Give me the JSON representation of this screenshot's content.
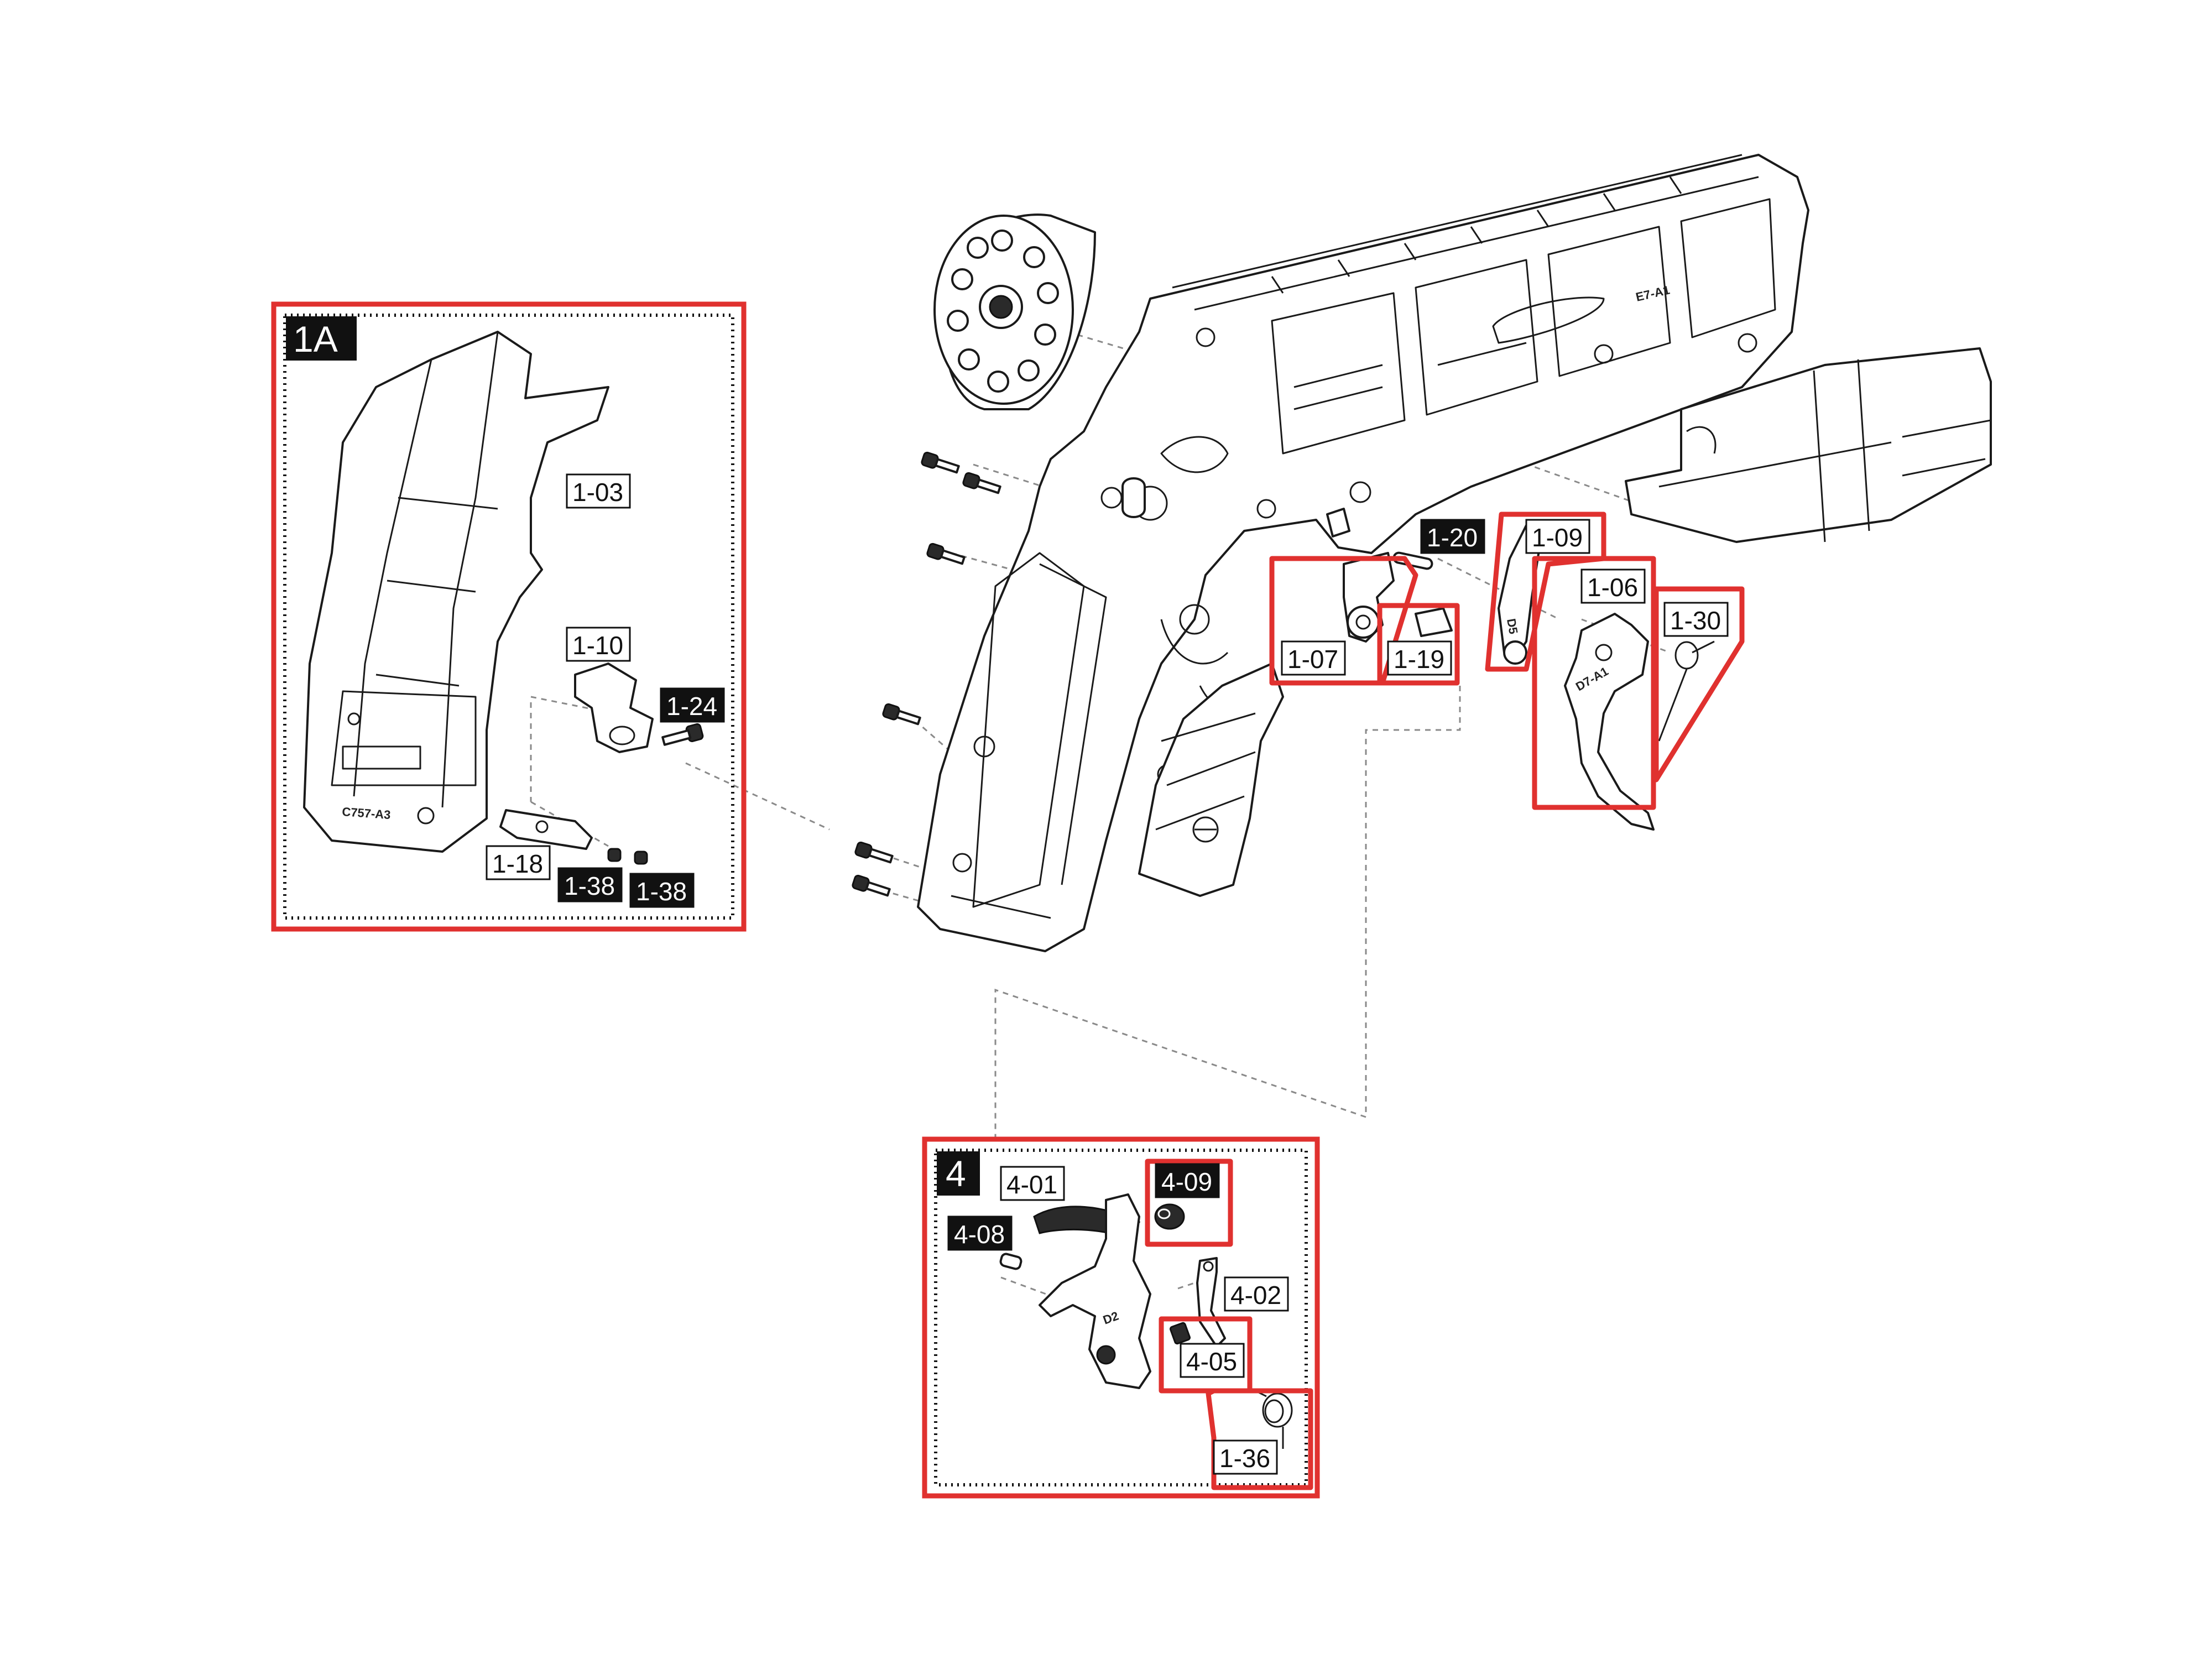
{
  "colors": {
    "highlight": "#e0312f",
    "label_dark": "#111111",
    "label_light": "#ffffff",
    "line": "#1a1a1a",
    "leader": "#8a8a8a"
  },
  "groups": {
    "1A": "1A",
    "4": "4"
  },
  "labels": {
    "p1_03": "1-03",
    "p1_10": "1-10",
    "p1_24": "1-24",
    "p1_18": "1-18",
    "p1_38a": "1-38",
    "p1_38b": "1-38",
    "p1_20": "1-20",
    "p1_09": "1-09",
    "p1_06": "1-06",
    "p1_30": "1-30",
    "p1_07": "1-07",
    "p1_19": "1-19",
    "p4_01": "4-01",
    "p4_09": "4-09",
    "p4_08": "4-08",
    "p4_02": "4-02",
    "p4_05": "4-05",
    "p1_36": "1-36"
  },
  "part_stamps": {
    "grip": "C757-A3",
    "frame": "E7-A1",
    "sear": "D5",
    "trigger": "D7-A1",
    "lever": "D2"
  }
}
